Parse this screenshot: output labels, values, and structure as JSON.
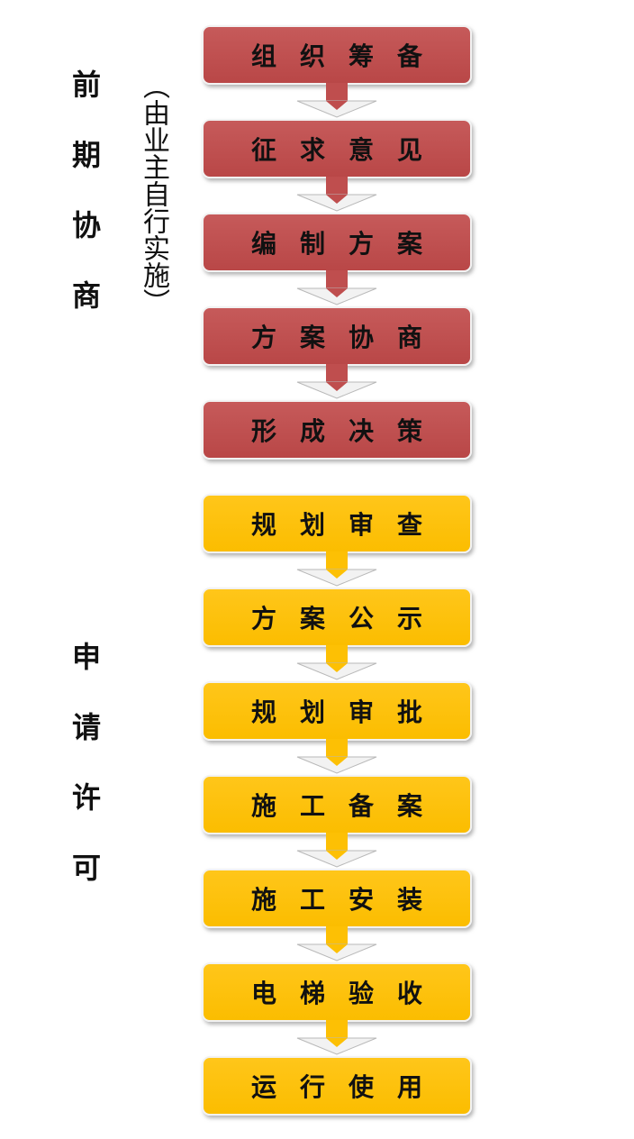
{
  "phases": [
    {
      "chars": [
        "前",
        "期",
        "协",
        "商"
      ],
      "note": "（由业主自行实施）",
      "color": "#bf4e4e",
      "steps": [
        "组织筹备",
        "征求意见",
        "编制方案",
        "方案协商",
        "形成决策"
      ]
    },
    {
      "chars": [
        "申",
        "请",
        "许",
        "可"
      ],
      "color": "#fdc004",
      "steps": [
        "规划审查",
        "方案公示",
        "规划审批",
        "施工备案",
        "施工安装",
        "电梯验收",
        "运行使用"
      ]
    }
  ]
}
